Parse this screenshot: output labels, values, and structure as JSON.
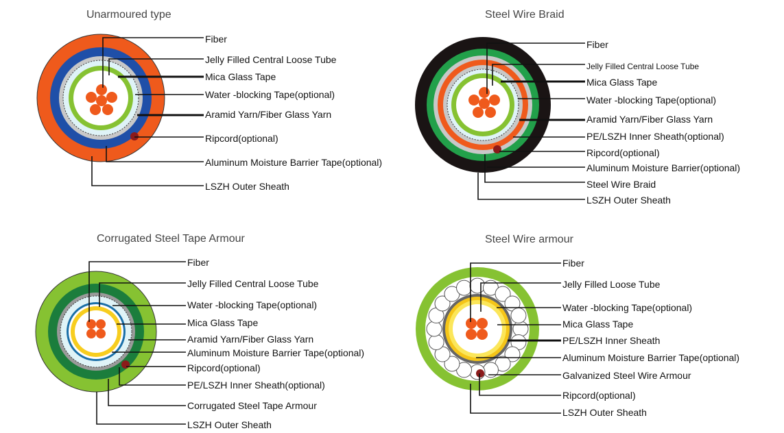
{
  "diagrams": [
    {
      "title": "Unarmoured type",
      "labels": [
        "Fiber",
        "Jelly Filled Central Loose Tube",
        "Mica Glass Tape",
        "Water -blocking Tape(optional)",
        "Aramid Yarn/Fiber Glass Yarn",
        "Ripcord(optional)",
        "Aluminum Moisture Barrier Tape(optional)",
        "LSZH Outer Sheath"
      ]
    },
    {
      "title": "Steel Wire Braid",
      "labels": [
        "Fiber",
        "Jelly Filled Central Loose Tube",
        "Mica Glass Tape",
        "Water -blocking Tape(optional)",
        "Aramid Yarn/Fiber Glass Yarn",
        "PE/LSZH Inner Sheath(optional)",
        "Ripcord(optional)",
        "Aluminum Moisture Barrier(optional)",
        "Steel Wire Braid",
        "LSZH Outer Sheath"
      ]
    },
    {
      "title": "Corrugated Steel Tape Armour",
      "labels": [
        "Fiber",
        "Jelly Filled Central Loose Tube",
        "Water -blocking Tape(optional)",
        "Mica Glass Tape",
        "Aramid Yarn/Fiber Glass Yarn",
        "Aluminum Moisture Barrier Tape(optional)",
        "Ripcord(optional)",
        "PE/LSZH Inner Sheath(optional)",
        "Corrugated  Steel Tape Armour",
        "LSZH Outer Sheath"
      ]
    },
    {
      "title": "Steel Wire armour",
      "labels": [
        "Fiber",
        "Jelly Filled Loose Tube",
        "Water -blocking Tape(optional)",
        "Mica Glass Tape",
        "PE/LSZH Inner Sheath",
        "Aluminum Moisture Barrier Tape(optional)",
        "Galvanized Steel Wire Armour",
        "Ripcord(optional)",
        "LSZH Outer Sheath"
      ]
    }
  ],
  "colors": {
    "orange": "#ef5a1c",
    "blue": "#1f4fa8",
    "lime": "#86c232",
    "dark_green": "#1b7d3c",
    "green": "#22a04a",
    "grey": "#c8c8c8",
    "light_blue": "#dff3f7",
    "yellow": "#f7cd1f",
    "ripcord": "#8b1a1a",
    "black": "#1a1414"
  }
}
